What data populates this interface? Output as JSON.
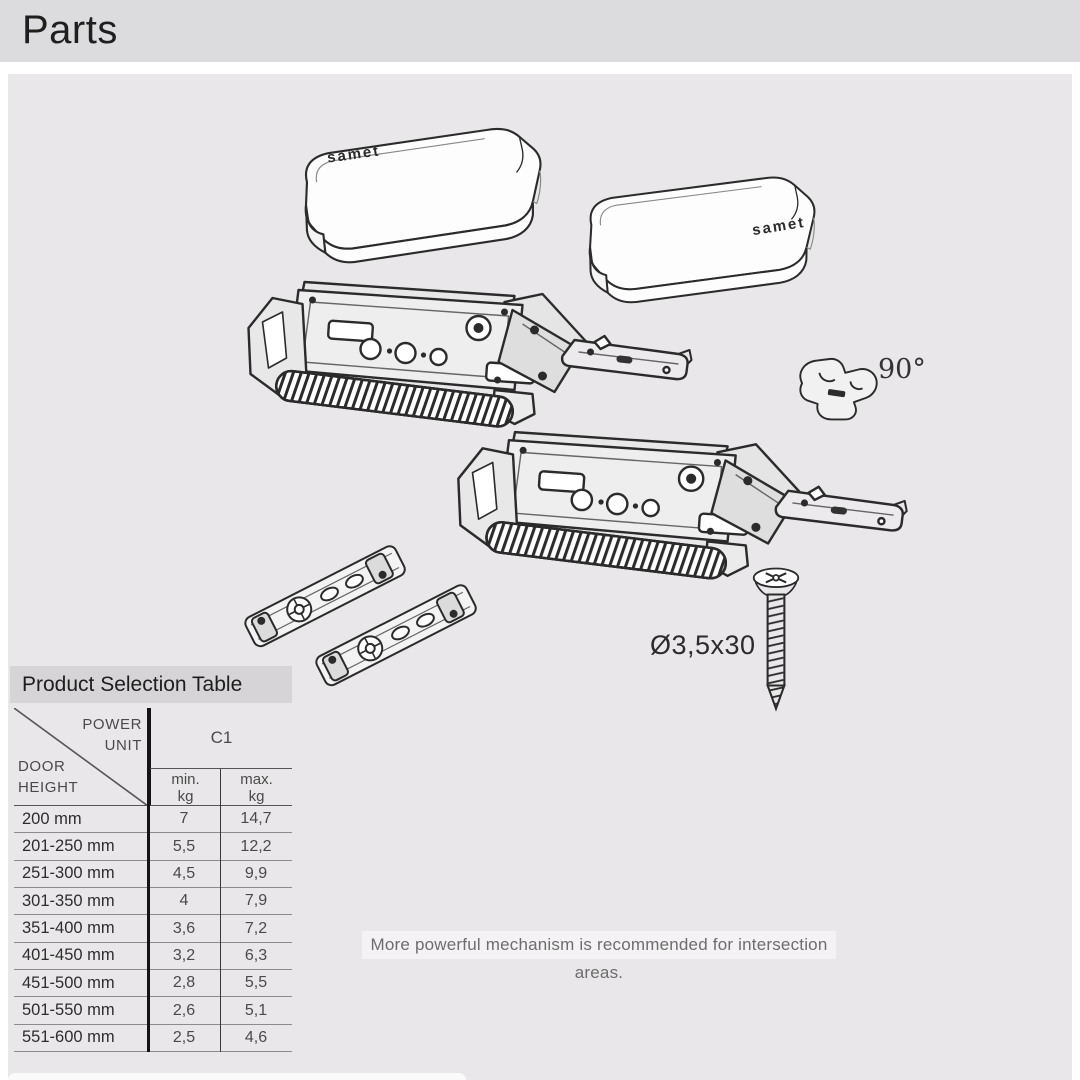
{
  "page": {
    "title": "Parts"
  },
  "diagram": {
    "brand": "samet",
    "angle_label": "90°",
    "screw_label": "Ø3,5x30",
    "note": "More powerful mechanism is recommended for intersection areas.",
    "parts": [
      "cover-cap-left",
      "cover-cap-right",
      "lift-mechanism-upper",
      "lift-mechanism-lower",
      "mounting-plate-front",
      "mounting-plate-back",
      "opening-angle-restriction-clip",
      "mounting-screw"
    ]
  },
  "selection_table": {
    "title": "Product Selection Table",
    "corner_top": "POWER\nUNIT",
    "corner_bottom": "DOOR\nHEIGHT",
    "power_unit": "C1",
    "sub_min": "min.\nkg",
    "sub_max": "max.\nkg",
    "rows": [
      {
        "door": "200 mm",
        "min": "7",
        "max": "14,7"
      },
      {
        "door": "201-250 mm",
        "min": "5,5",
        "max": "12,2"
      },
      {
        "door": "251-300 mm",
        "min": "4,5",
        "max": "9,9"
      },
      {
        "door": "301-350 mm",
        "min": "4",
        "max": "7,9"
      },
      {
        "door": "351-400 mm",
        "min": "3,6",
        "max": "7,2"
      },
      {
        "door": "401-450 mm",
        "min": "3,2",
        "max": "6,3"
      },
      {
        "door": "451-500 mm",
        "min": "2,8",
        "max": "5,5"
      },
      {
        "door": "501-550 mm",
        "min": "2,6",
        "max": "5,1"
      },
      {
        "door": "551-600 mm",
        "min": "2,5",
        "max": "4,6"
      }
    ]
  },
  "colors": {
    "title_band": "#dcdbdd",
    "panel": "#e9e7e9",
    "table_title_bg": "#d6d4d6",
    "line": "#2b2b2b"
  }
}
